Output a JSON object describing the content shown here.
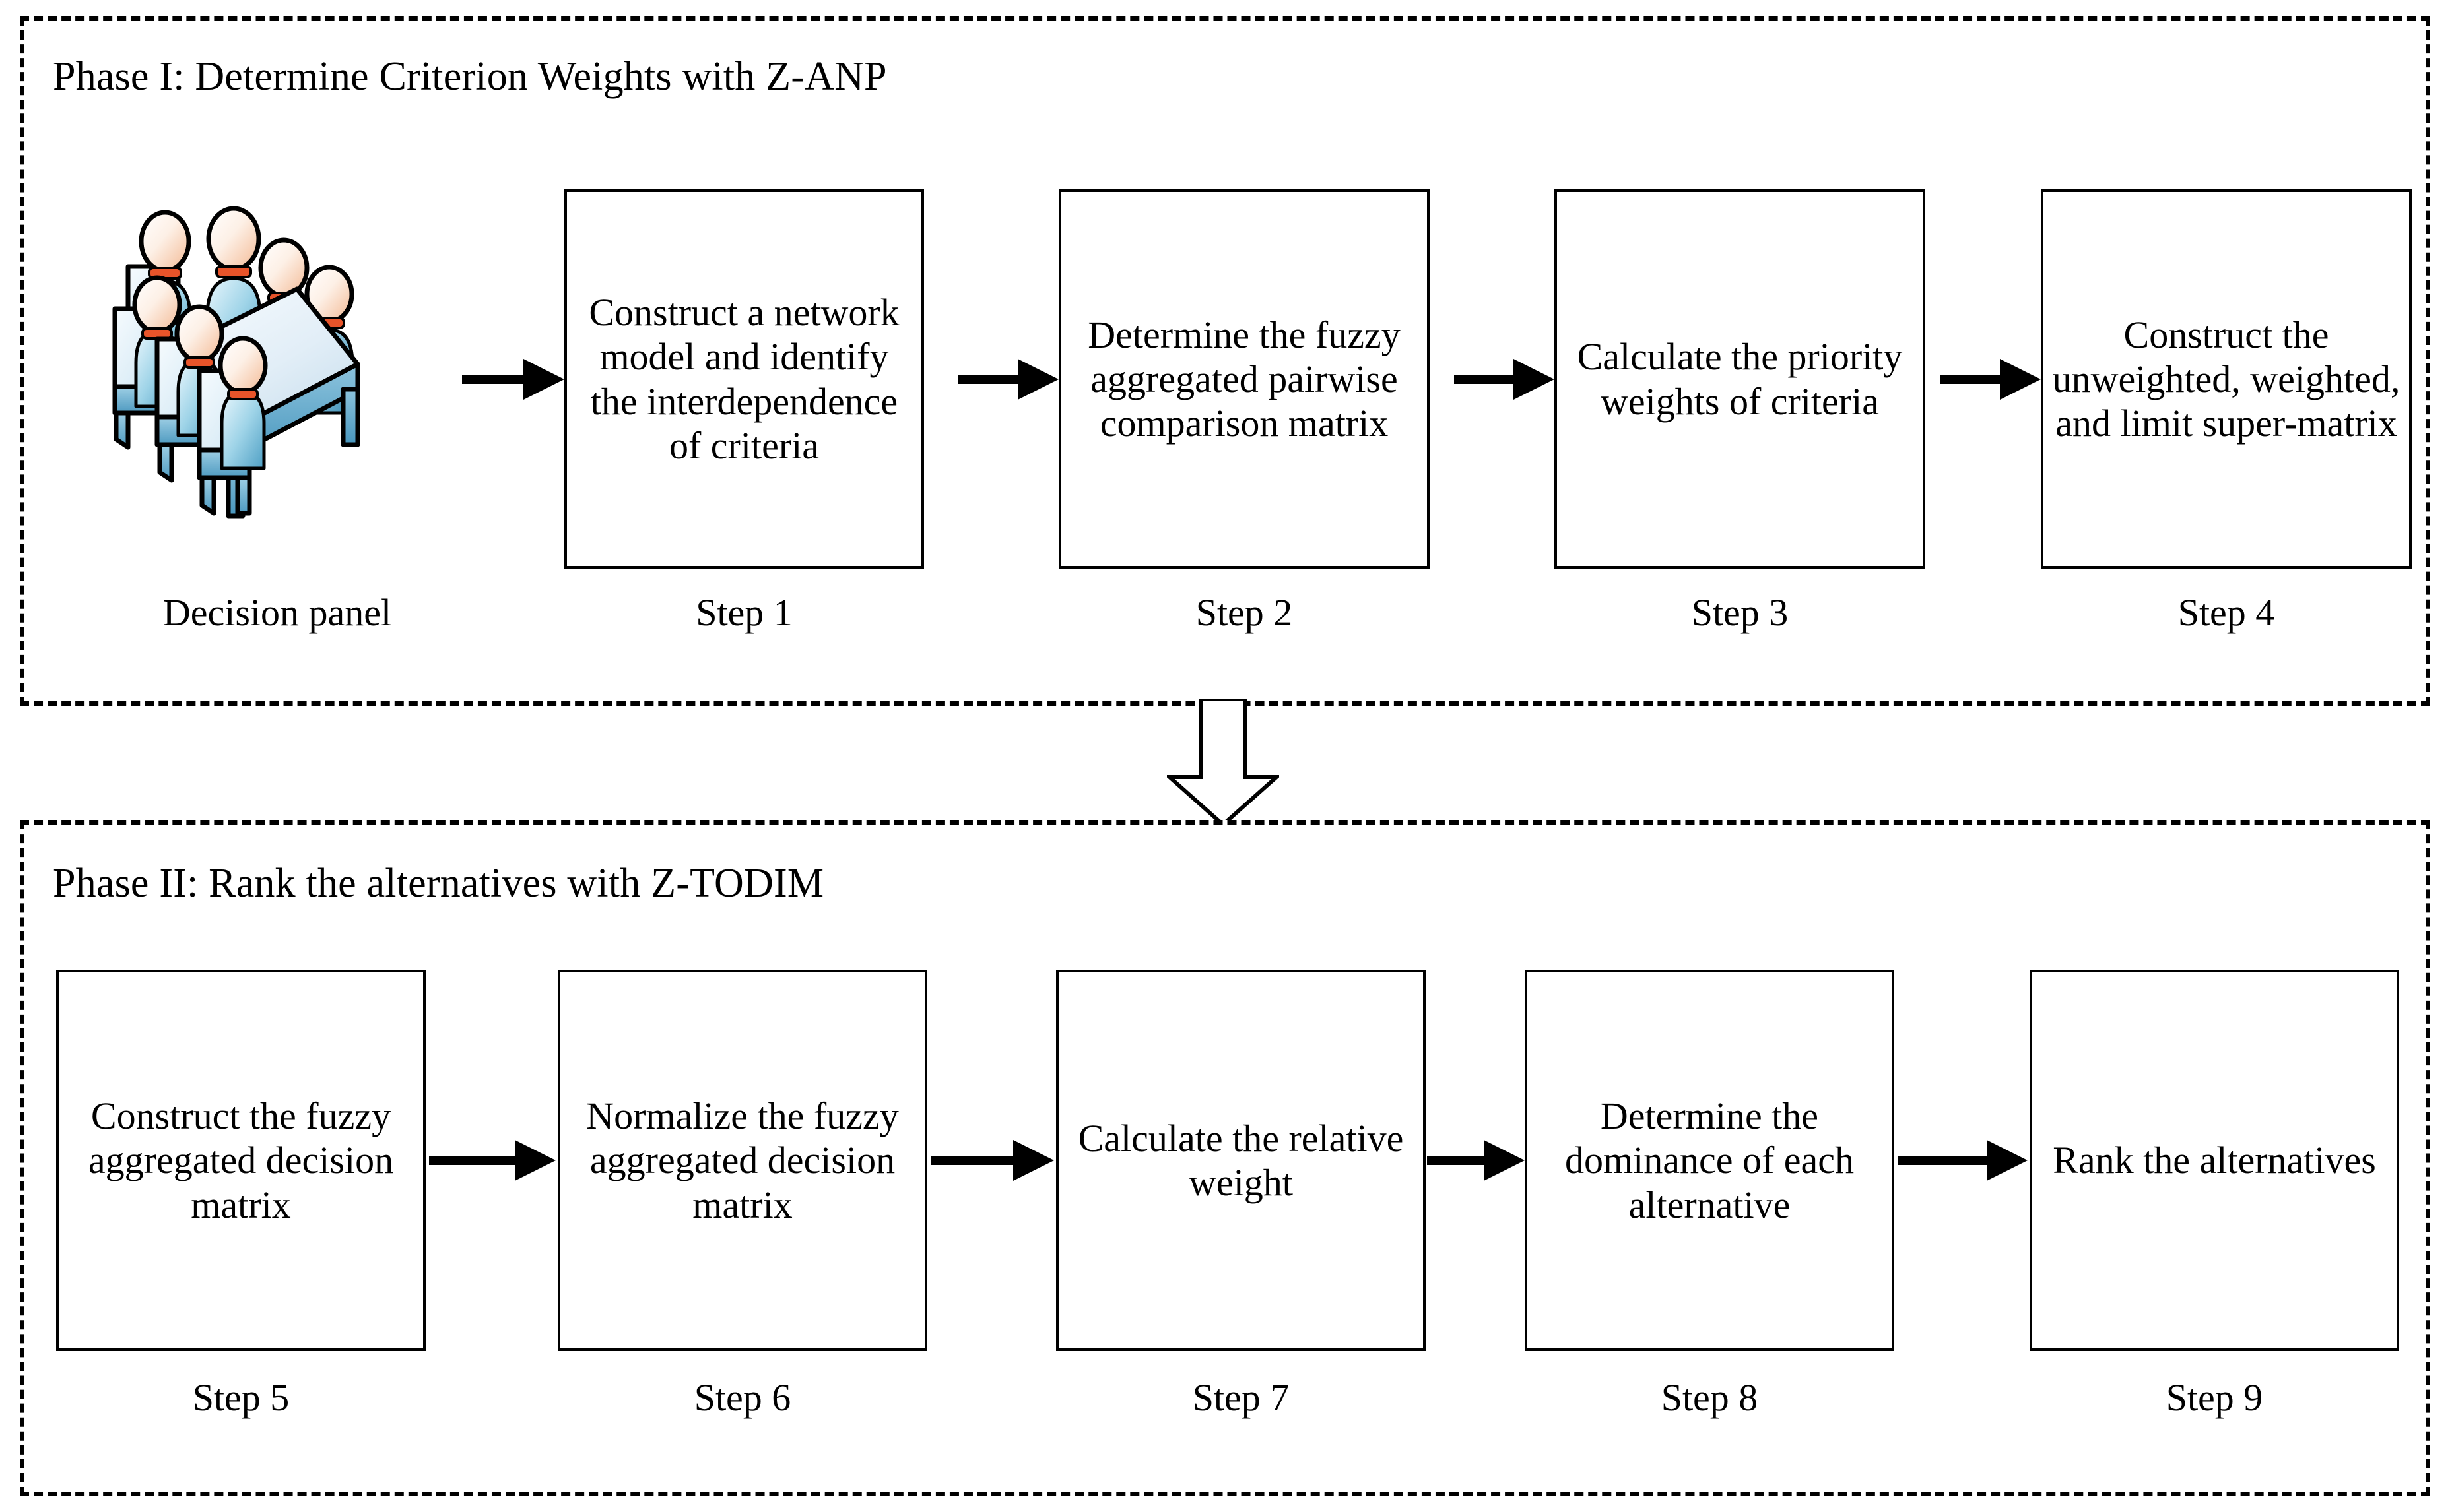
{
  "diagram": {
    "title_phase_1": "Phase I: Determine Criterion Weights with Z-ANP",
    "title_phase_2": "Phase II: Rank the alternatives with Z-TODIM"
  },
  "colors": {
    "line": "#000000",
    "background": "#ffffff",
    "figure_body_light": "#d8eef7",
    "figure_body_mid": "#63b3d4",
    "figure_body_dark": "#2b7fa8",
    "figure_head_light": "#fdf1ea",
    "figure_head_mid": "#f7cdb4",
    "figure_collar": "#e8542a",
    "table_top_light": "#f2f8fc",
    "table_top_mid": "#cfe4f2",
    "table_side": "#5ba7cc"
  },
  "decision_panel": {
    "label": "Decision panel",
    "icon": "meeting-table-people-icon",
    "people_count": 7
  },
  "phase_1": {
    "steps": [
      {
        "id": "step-1",
        "caption": "Step 1",
        "text": "Construct a network model and identify the interdependence of criteria"
      },
      {
        "id": "step-2",
        "caption": "Step 2",
        "text": "Determine the fuzzy aggregated pairwise comparison matrix"
      },
      {
        "id": "step-3",
        "caption": "Step 3",
        "text": "Calculate the priority weights of criteria"
      },
      {
        "id": "step-4",
        "caption": "Step 4",
        "text": "Construct the unweighted, weighted, and limit super-matrix"
      }
    ]
  },
  "phase_2": {
    "steps": [
      {
        "id": "step-5",
        "caption": "Step 5",
        "text": "Construct the fuzzy aggregated decision matrix"
      },
      {
        "id": "step-6",
        "caption": "Step 6",
        "text": "Normalize the fuzzy aggregated decision matrix"
      },
      {
        "id": "step-7",
        "caption": "Step 7",
        "text": "Calculate the relative weight"
      },
      {
        "id": "step-8",
        "caption": "Step 8",
        "text": "Determine the dominance of each alternative"
      },
      {
        "id": "step-9",
        "caption": "Step 9",
        "text": "Rank the alternatives"
      }
    ]
  },
  "connectors": {
    "phase_link_icon": "down-block-arrow-icon",
    "flow_arrow_icon": "right-arrow-icon"
  }
}
